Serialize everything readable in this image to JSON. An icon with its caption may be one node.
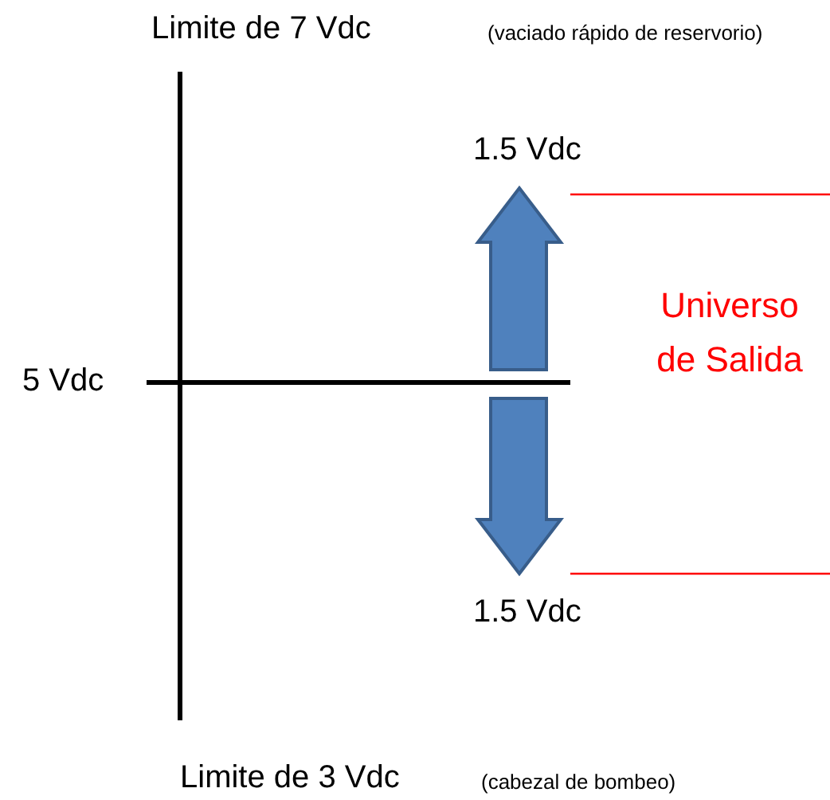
{
  "diagram": {
    "labels": [
      "Limite de 7 Vdc",
      "(vaciado rápido de reservorio)",
      "1.5 Vdc",
      "Universo de Salida",
      "5 Vdc",
      "1.5 Vdc",
      "Limite de 3 Vdc",
      "(cabezal de bombeo)"
    ]
  }
}
